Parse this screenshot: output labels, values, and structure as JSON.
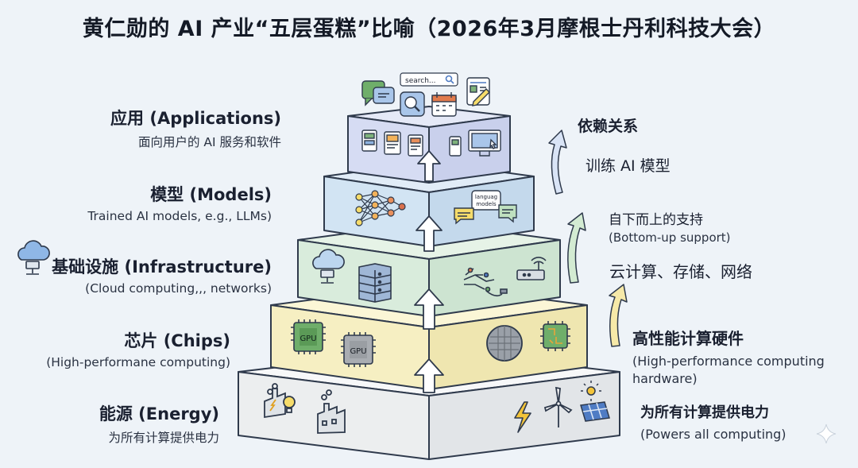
{
  "title": "黄仁勋的 AI 产业“五层蛋糕”比喻（2026年3月摩根士丹利科技大会）",
  "layers": {
    "applications": {
      "title": "应用 (Applications)",
      "subtitle": "面向用户的 AI 服务和软件"
    },
    "models": {
      "title": "模型 (Models)",
      "subtitle": "Trained AI models, e.g., LLMs)"
    },
    "infrastructure": {
      "title": "基础设施 (Infrastructure)",
      "subtitle": "(Cloud computing,,, networks)"
    },
    "chips": {
      "title": "芯片 (Chips)",
      "subtitle": "(High-performane computing)"
    },
    "energy": {
      "title": "能源 (Energy)",
      "subtitle": "为所有计算提供电力"
    }
  },
  "right": {
    "dependency": "依赖关系",
    "train": "训练 AI 模型",
    "support_cn": "自下而上的支持",
    "support_en": "(Bottom-up support)",
    "cloud": "云计算、存储、网络",
    "hpc_cn": "高性能计算硬件",
    "hpc_en_1": "(High-performance computing",
    "hpc_en_2": "hardware)",
    "power_cn": "为所有计算提供电力",
    "power_en": "(Powers all computing)"
  },
  "icons": {
    "search_placeholder": "search...",
    "gpu_label": "GPU",
    "language_models_1": "languag",
    "language_models_2": "models"
  },
  "colors": {
    "applications": "#d6dcf3",
    "models": "#d2e4f3",
    "infrastructure": "#d9ecdc",
    "chips": "#f6efc2",
    "energy": "#eceeef",
    "arrow_fill": "#ffffff",
    "stroke": "#2f3a4c"
  }
}
